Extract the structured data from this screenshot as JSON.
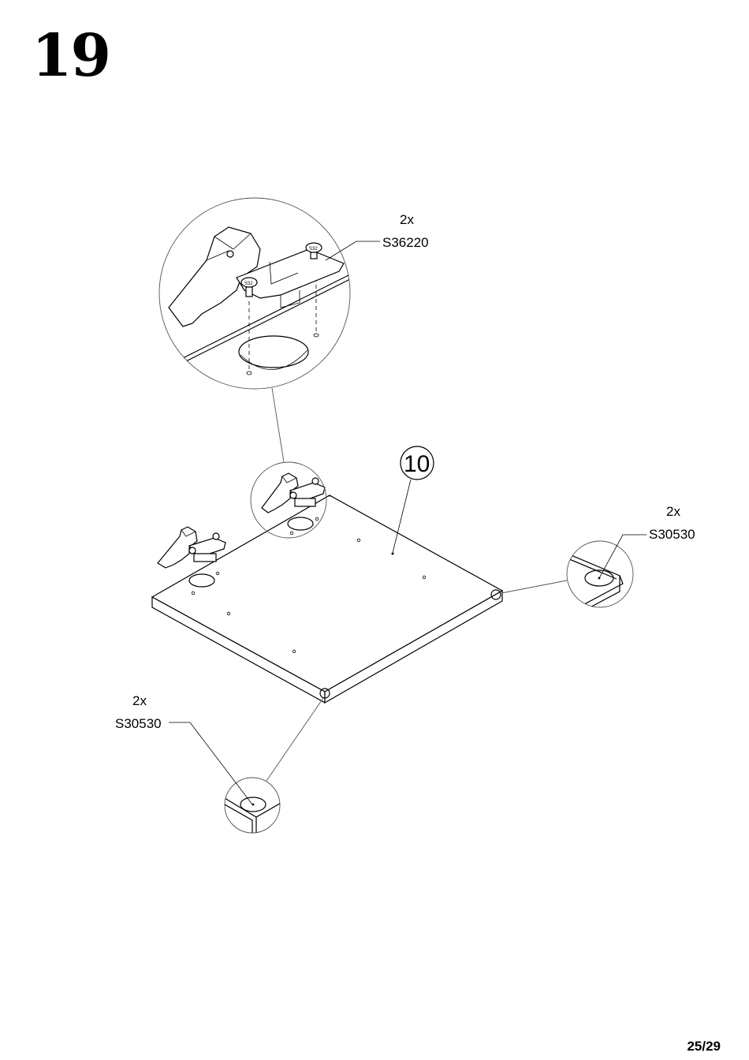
{
  "page": {
    "step": "19",
    "page_number": "25/29"
  },
  "panel": {
    "part_number": "10"
  },
  "callouts": {
    "hinge": {
      "qty": "2x",
      "code": "S36220"
    },
    "bumper_right": {
      "qty": "2x",
      "code": "S30530"
    },
    "bumper_left": {
      "qty": "2x",
      "code": "S30530"
    }
  },
  "icons": {
    "hinge": "cabinet-hinge-icon",
    "screw": "screw-icon",
    "bumper": "bumper-pad-icon"
  }
}
